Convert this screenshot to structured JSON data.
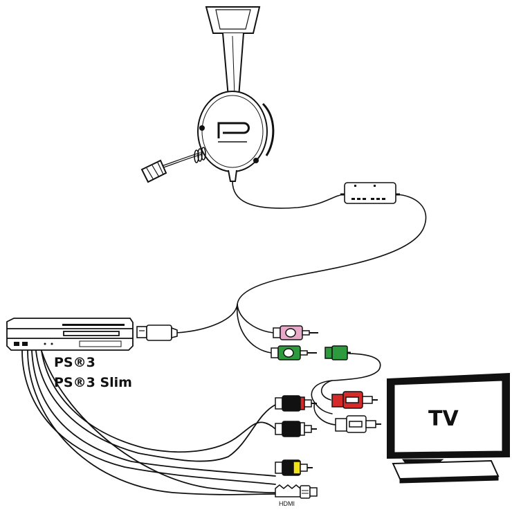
{
  "labels": {
    "console": "PS®3",
    "console_slim": "PS®3 Slim",
    "tv": "TV",
    "hdmi": "HDMI"
  },
  "icons": {
    "headset": "headset-icon",
    "console": "ps3-console-icon",
    "tv": "tv-icon",
    "usb": "usb-plug-icon",
    "audio_control": "inline-controller-icon"
  },
  "colors": {
    "mic_plug": "#e8a8c8",
    "audio_plug": "#2e9a3e",
    "red_rca": "#d42a2a",
    "white_rca": "#ffffff",
    "yellow_rca": "#f2e21b",
    "line": "#111111"
  }
}
